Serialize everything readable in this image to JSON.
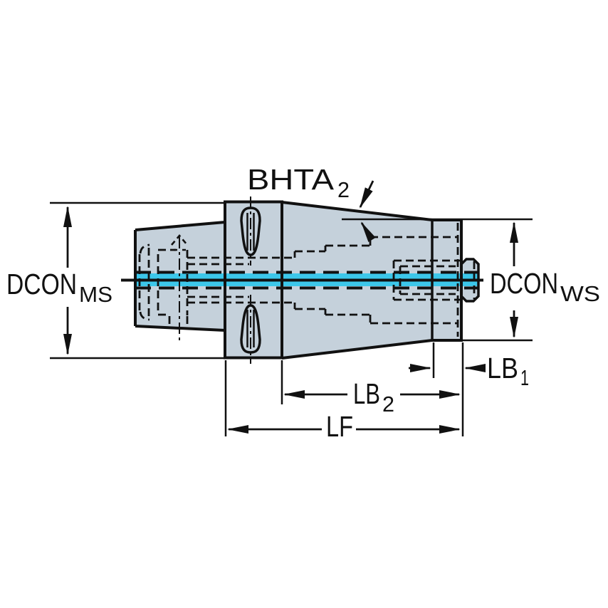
{
  "diagram": {
    "type": "technical-drawing",
    "description": "Side-view dimensional drawing of a machine tool adapter with machine-side coupling, flange with slots, tapered body and threaded end stub",
    "labels": {
      "bhta2": {
        "main": "BHTA",
        "sub": "2"
      },
      "dcon_ms": {
        "main": "DCON",
        "sub": "MS"
      },
      "dcon_ws": {
        "main": "DCON",
        "sub": "WS"
      },
      "lb1": {
        "main": "LB",
        "sub": "1"
      },
      "lb2": {
        "main": "LB",
        "sub": "2"
      },
      "lf": {
        "main": "LF",
        "sub": ""
      }
    },
    "colors": {
      "body_fill": "#c5d1db",
      "outline": "#111111",
      "axis_cyan": "#3cc7ea",
      "background": "#ffffff"
    }
  }
}
